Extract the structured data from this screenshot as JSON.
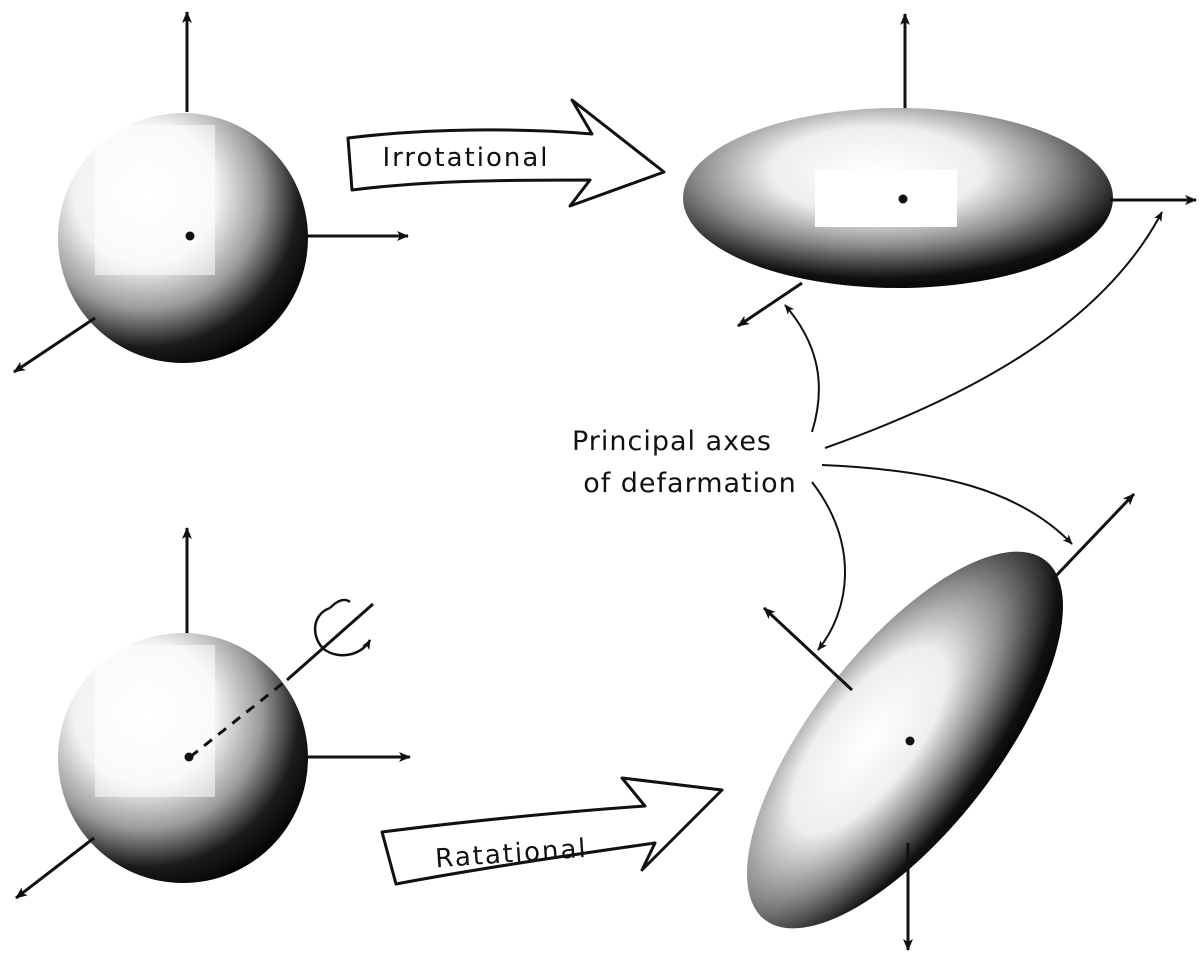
{
  "labels": {
    "irrotational": "Irrotational",
    "rotational": "Ratational",
    "axes_line1": "Principal axes",
    "axes_line2": "of defarmation"
  },
  "colors": {
    "ink": "#111111",
    "paper": "#ffffff"
  }
}
